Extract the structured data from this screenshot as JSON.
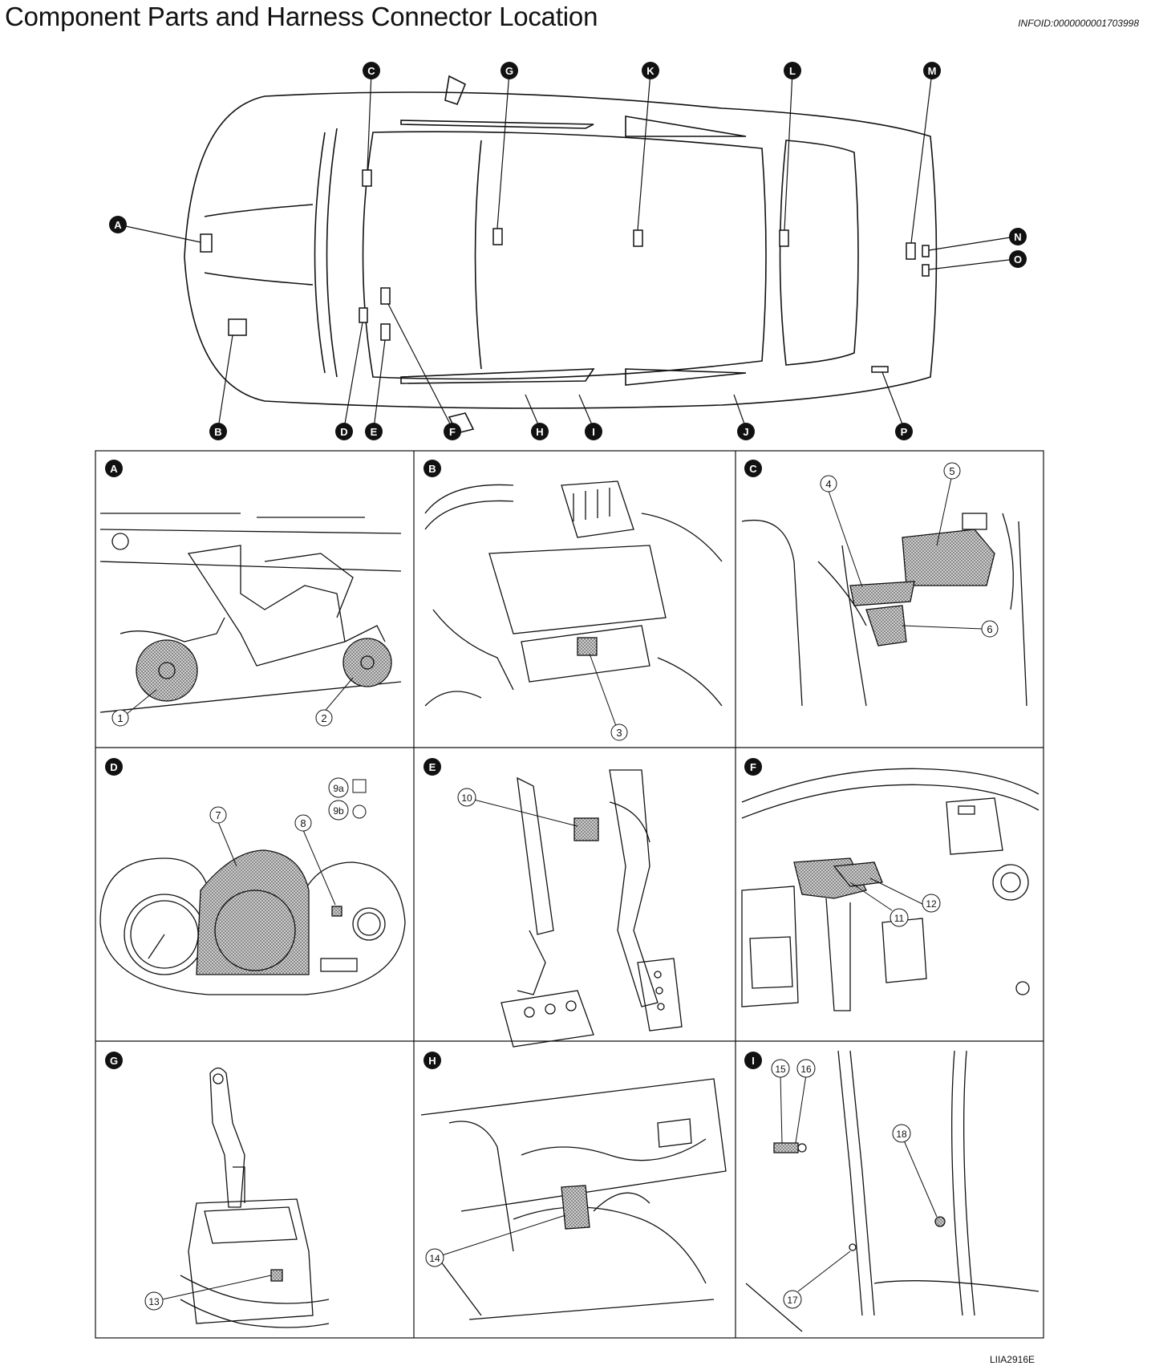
{
  "header": {
    "title": "Component Parts and Harness Connector Location",
    "info_id": "INFOID:0000000001703998"
  },
  "figure_id": "LIIA2916E",
  "car_callouts": [
    "A",
    "B",
    "C",
    "D",
    "E",
    "F",
    "G",
    "H",
    "I",
    "J",
    "K",
    "L",
    "M",
    "N",
    "O",
    "P"
  ],
  "panels": [
    {
      "letter": "A",
      "parts": [
        "1",
        "2"
      ]
    },
    {
      "letter": "B",
      "parts": [
        "3"
      ]
    },
    {
      "letter": "C",
      "parts": [
        "4",
        "5",
        "6"
      ]
    },
    {
      "letter": "D",
      "parts": [
        "7",
        "8",
        "9a",
        "9b"
      ]
    },
    {
      "letter": "E",
      "parts": [
        "10"
      ]
    },
    {
      "letter": "F",
      "parts": [
        "11",
        "12"
      ]
    },
    {
      "letter": "G",
      "parts": [
        "13"
      ]
    },
    {
      "letter": "H",
      "parts": [
        "14"
      ]
    },
    {
      "letter": "I",
      "parts": [
        "15",
        "16",
        "17",
        "18"
      ]
    }
  ]
}
